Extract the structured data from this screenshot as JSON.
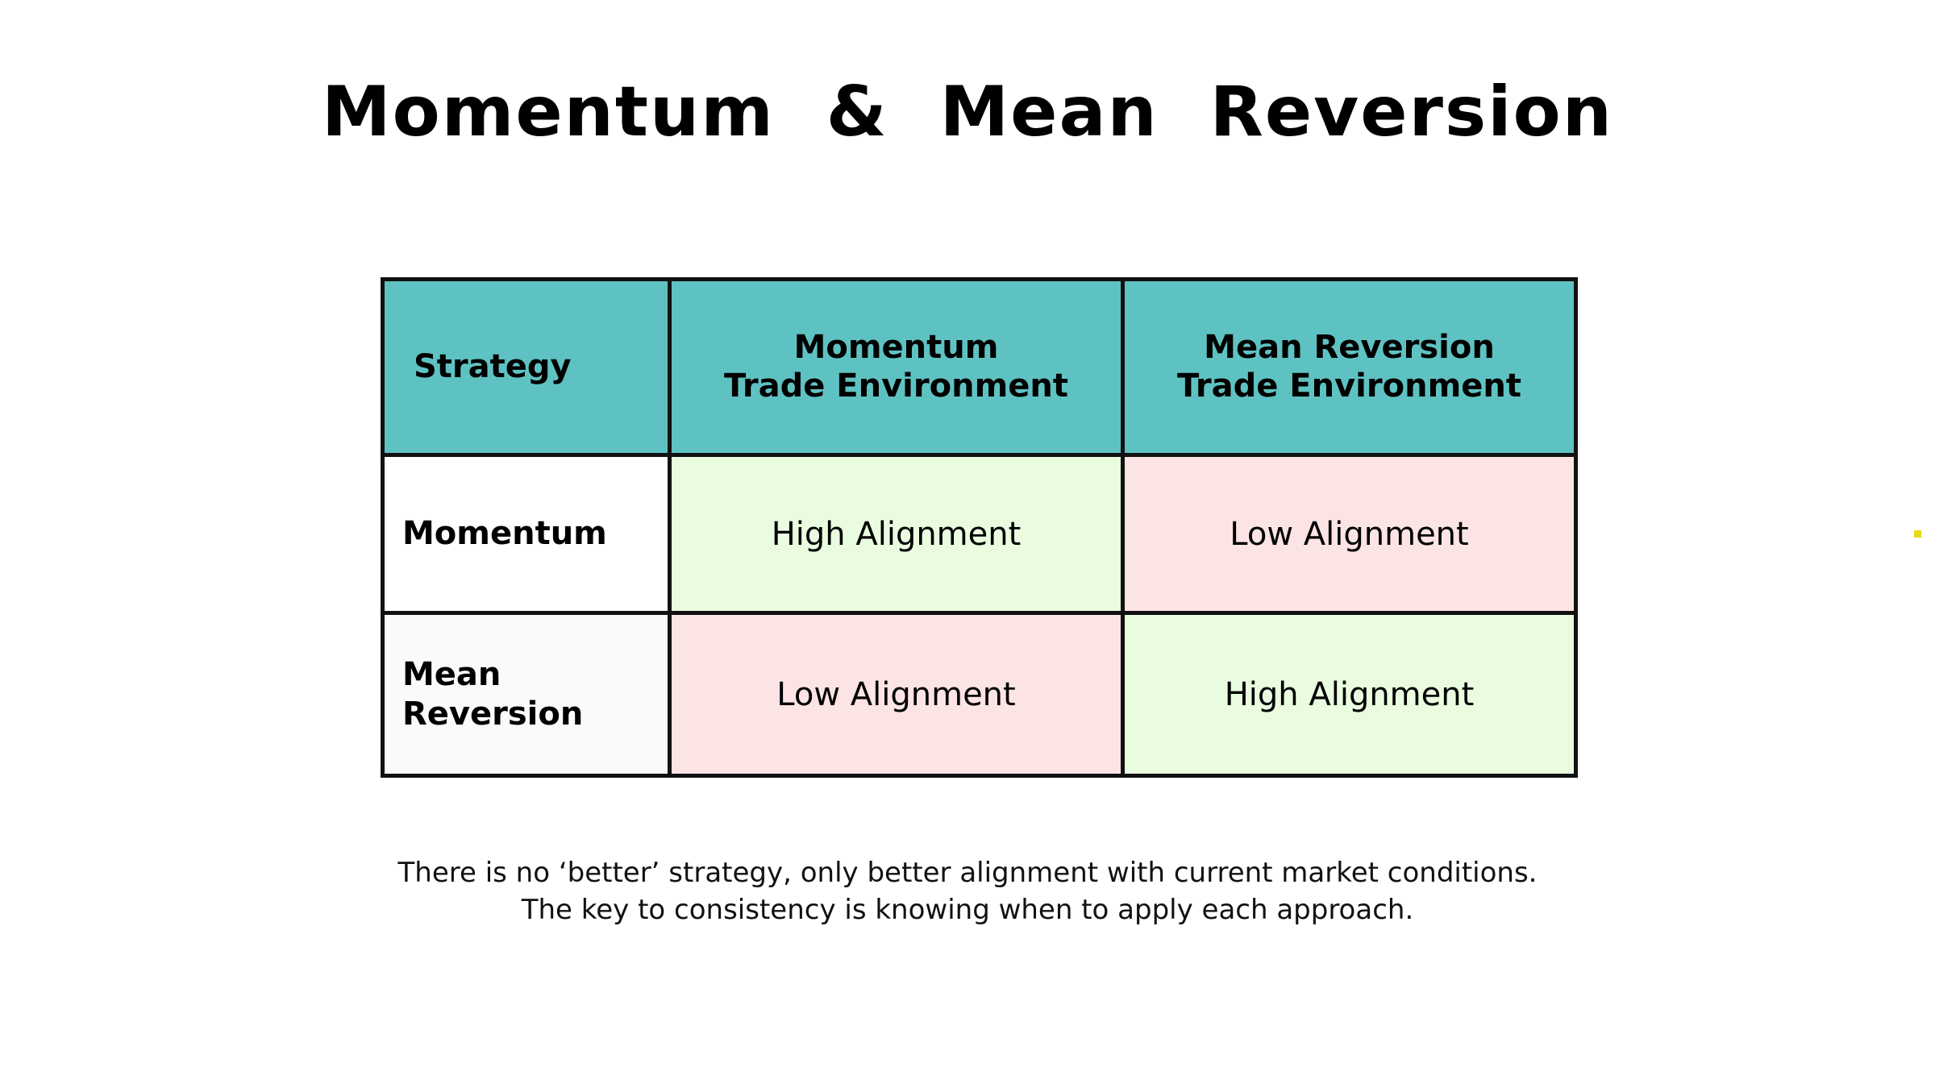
{
  "slide": {
    "title": "Momentum  &  Mean  Reversion",
    "background_color": "#ffffff"
  },
  "colors": {
    "header_teal": "#5fc2c2",
    "high_alignment_green": "#e9fce0",
    "low_alignment_pink": "#fce4e4",
    "border_black": "#111111",
    "row_label_tint": "#fafafa",
    "artifact_yellow": "#e8d81a"
  },
  "matrix": {
    "header": {
      "corner_label": "Strategy",
      "columns": [
        {
          "line1": "Momentum",
          "line2": "Trade Environment"
        },
        {
          "line1": "Mean Reversion",
          "line2": "Trade Environment"
        }
      ]
    },
    "rows": [
      {
        "label_line1": "Momentum",
        "label_line2": "",
        "cells": [
          {
            "text": "High Alignment",
            "level": "high"
          },
          {
            "text": "Low Alignment",
            "level": "low"
          }
        ]
      },
      {
        "label_line1": "Mean",
        "label_line2": "Reversion",
        "cells": [
          {
            "text": "Low Alignment",
            "level": "low"
          },
          {
            "text": "High Alignment",
            "level": "high"
          }
        ]
      }
    ]
  },
  "caption": {
    "line1": "There is no ‘better’ strategy, only better alignment with current market conditions.",
    "line2": "The key to consistency is knowing when to apply each approach."
  }
}
